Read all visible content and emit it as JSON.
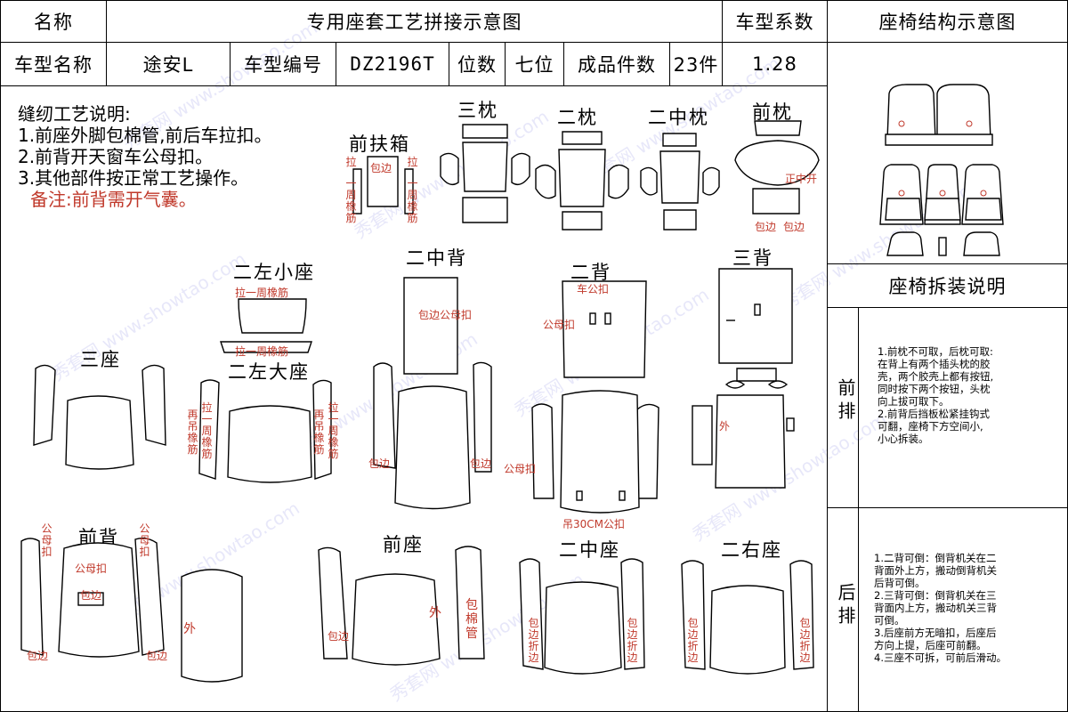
{
  "header": {
    "name_label": "名称",
    "title": "专用座套工艺拼接示意图",
    "coef_label": "车型系数",
    "struct_title": "座椅结构示意图"
  },
  "info": {
    "model_label": "车型名称",
    "model_value": "途安L",
    "code_label": "车型编号",
    "code_value": "DZ2196T",
    "seats_label": "位数",
    "seats_value": "七位",
    "pieces_label": "成品件数",
    "pieces_value": "23件",
    "coef_value": "1.28"
  },
  "notes": {
    "title": "缝纫工艺说明:",
    "items": [
      "1.前座外脚包棉管,前后车拉扣。",
      "2.前背开天窗车公母扣。",
      "3.其他部件按正常工艺操作。"
    ],
    "remark": "备注:前背需开气囊。"
  },
  "parts": {
    "san_zhen": "三枕",
    "er_zhen": "二枕",
    "er_zhong_zhen": "二中枕",
    "qian_zhen": "前枕",
    "qian_fu_xiang": "前扶箱",
    "er_zuo_xiao_zuo": "二左小座",
    "er_zhong_bei": "二中背",
    "er_bei": "二背",
    "san_bei": "三背",
    "san_zuo": "三座",
    "er_zuo_da_zuo": "二左大座",
    "qian_bei": "前背",
    "qian_zuo": "前座",
    "er_zhong_zuo": "二中座",
    "er_you_zuo": "二右座"
  },
  "annotations": {
    "la": "拉",
    "bao_bian": "包边",
    "quan_xiang_jin": "一周橡筋",
    "zheng_kai": "正中开",
    "la_yi_zhou": "拉一周橡筋",
    "bao_bian_gong_mu": "包边公母扣",
    "che_gong_kou": "车公扣",
    "gong_mu_kou": "公母扣",
    "wai": "外",
    "zai_diao_xiang_jin": "再吊橡筋",
    "la_yi_zhou_xiang_jin_v": "拉一周橡筋",
    "diao_30": "吊30CM公扣",
    "gong_mu": "公母扣",
    "bao_mian_guan": "包棉管",
    "bao_bian_zhe": "包边折边"
  },
  "side": {
    "disassembly_title": "座椅拆装说明",
    "front_row": "前排",
    "rear_row": "后排",
    "front_text": [
      "1.前枕不可取，后枕可取:",
      "在背上有两个插头枕的胶",
      "壳，两个胶壳上都有按钮,",
      "同时按下两个按钮，头枕",
      "向上拔可取下。",
      "2.前背后挡板松紧挂钩式",
      "可翻，座椅下方空间小,",
      "小心拆装。"
    ],
    "rear_text": [
      "1.二背可倒：倒背机关在二",
      "背面外上方，搬动倒背机关",
      "后背可倒。",
      "2.三背可倒：倒背机关在三",
      "背面内上方，搬动机关三背",
      "可倒。",
      "3.后座前方无暗扣，后座后",
      "方向上提，后座可前翻。",
      "4.三座不可拆，可前后滑动。"
    ]
  },
  "watermark": "秀套网 www.showtao.com"
}
